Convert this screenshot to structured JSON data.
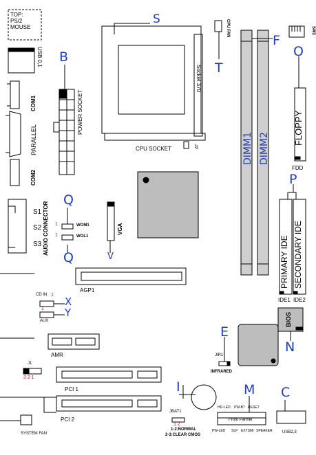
{
  "colors": {
    "accent_letters": "#1f3fb5",
    "pin_marker": "#d0141a",
    "chip": "#bdbdbd",
    "dimm": "#cfcfcf"
  },
  "back_panel": {
    "ps2": "TOP:\nPS/2\nMOUSE",
    "usb01": "USB 0,1",
    "com1": "COM1",
    "parallel": "PARALLEL",
    "com2": "COM2",
    "audio": "AUDIO CONNECTOR",
    "s1": "S1",
    "s2": "S2",
    "s3": "S3"
  },
  "components": {
    "power_socket": "POWER SOCKET",
    "cpu_socket": "CPU SOCKET",
    "socket370": "Socket 370",
    "j7": "J7",
    "cpu_fan": "CPU FAN",
    "sw2": "SW2",
    "dimm1": "DIMM1",
    "dimm2": "DIMM2",
    "floppy": "FLOPPY",
    "fdd": "FDD",
    "primary_ide": "PRIMARY IDE",
    "secondary_ide": "SECONDARY IDE",
    "ide1": "IDE1",
    "ide2": "IDE2",
    "vga": "VGA",
    "wom1": "WOM1",
    "wol1": "WOL1",
    "agp1": "AGP1",
    "cd_in": "CD IN",
    "aux": "AUX",
    "amr": "AMR",
    "j1": "J1",
    "j1_pins": "3 2 1",
    "pci1": "PCI 1",
    "pci2": "PCI 2",
    "system_fan": "SYSTEM FAN",
    "jir1": "JIR1",
    "infrared": "INFRARED",
    "bios": "BIOS",
    "jbat1": "JBAT1",
    "jbat_pins": "1  2",
    "jbat_normal": "1-2:NORMAL",
    "jbat_clear": "2-3:CLEAR CMOS",
    "hd_led": "HD-LED",
    "pw_bt": "PW-BT",
    "reset": "RESET",
    "front_panel": "Front Pannel",
    "pw_led": "PW-LED",
    "slp": "SLP",
    "extsmi": "EXTSMI",
    "speaker": "SPEAKER",
    "usb23": "USB2,3",
    "pin1": "1"
  },
  "callouts": {
    "S": "S",
    "F": "F",
    "O": "O",
    "B": "B",
    "T": "T",
    "P": "P",
    "Q1": "Q",
    "Q2": "Q",
    "V": "V",
    "X": "X",
    "Y": "Y",
    "E": "E",
    "N": "N",
    "I": "I",
    "M": "M",
    "C": "C"
  }
}
